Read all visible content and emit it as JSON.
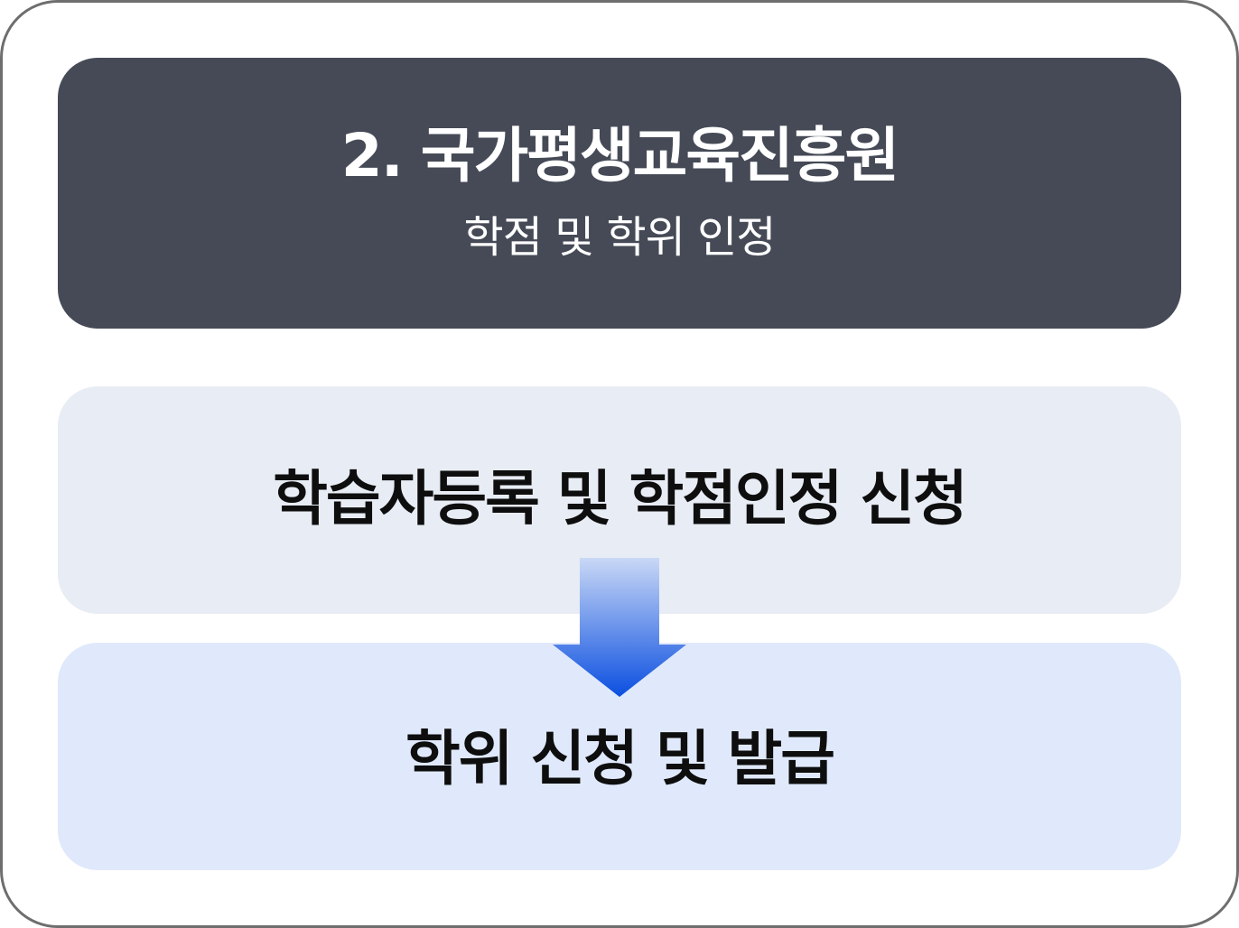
{
  "header": {
    "title": "2. 국가평생교육진흥원",
    "subtitle": "학점 및 학위 인정"
  },
  "steps": [
    {
      "label": "학습자등록 및 학점인정 신청"
    },
    {
      "label": "학위 신청 및 발급"
    }
  ],
  "colors": {
    "header_bg": "#454a56",
    "step1_bg": "#e8ecf4",
    "step2_bg": "#e0e9fb",
    "arrow_top": "#c9d8f6",
    "arrow_bottom": "#0b4fe0"
  }
}
